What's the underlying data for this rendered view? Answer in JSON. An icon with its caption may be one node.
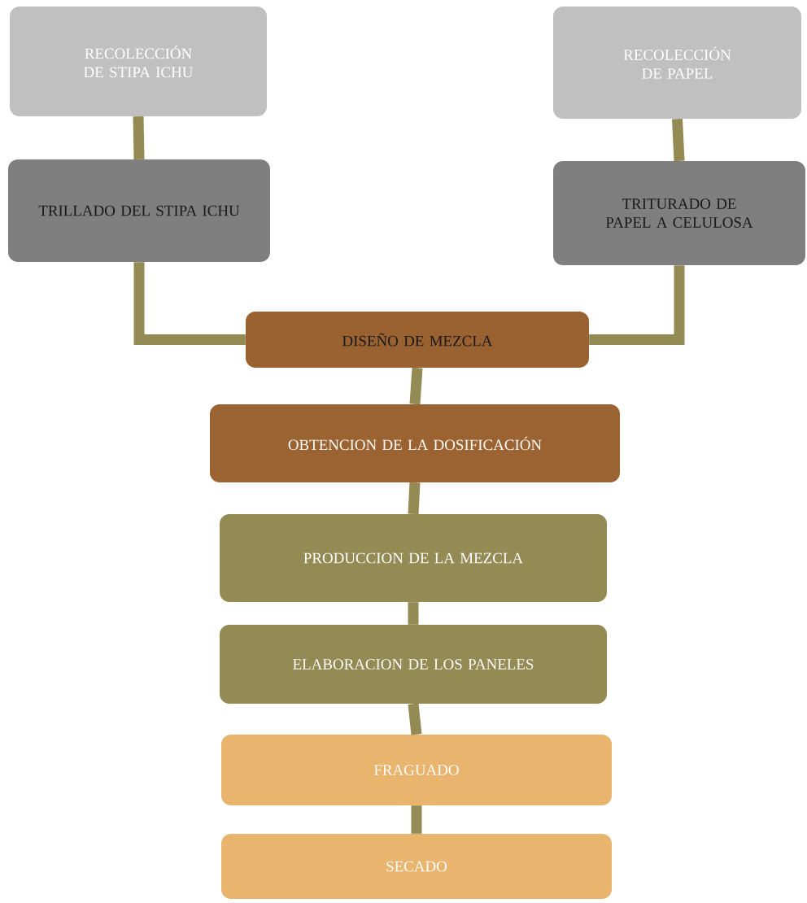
{
  "diagram": {
    "nodes": [
      {
        "text": [
          "RECOLECCIÓN DE STIPA ICHU"
        ]
      },
      {
        "text": [
          "TRILLADO DEL STIPA ICHU"
        ]
      },
      {
        "text": [
          "RECOLECCIÓN DE PAPEL"
        ]
      },
      {
        "text": [
          "TRITURADO DE PAPEL A CELULOSA"
        ]
      },
      {
        "text": [
          "DISEÑO DE MEZCLA"
        ]
      },
      {
        "text": [
          "OBTENCION DE LA DOSIFICACIÓN"
        ]
      },
      {
        "text": [
          "PRODUCCION DE LA MEZCLA"
        ]
      },
      {
        "text": [
          "ELABORACION DE LOS PANELES"
        ]
      },
      {
        "text": [
          "FRAGUADO"
        ]
      },
      {
        "text": [
          "SECADO"
        ]
      }
    ],
    "edges": [
      {
        "from": 0,
        "to": 1,
        "arrow": "none"
      },
      {
        "from": 2,
        "to": 3,
        "arrow": "none"
      },
      {
        "from": 1,
        "to": 4,
        "arrow": "none"
      },
      {
        "from": 3,
        "to": 4,
        "arrow": "none"
      },
      {
        "from": 4,
        "to": 5,
        "arrow": "none"
      },
      {
        "from": 5,
        "to": 6,
        "arrow": "none"
      },
      {
        "from": 6,
        "to": 7,
        "arrow": "none"
      },
      {
        "from": 7,
        "to": 8,
        "arrow": "none"
      },
      {
        "from": 8,
        "to": 9,
        "arrow": "none"
      }
    ]
  }
}
